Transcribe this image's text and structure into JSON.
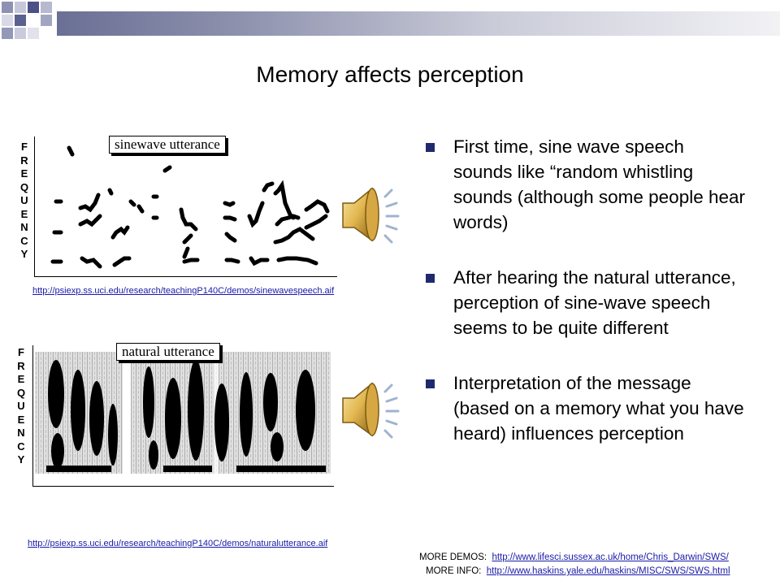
{
  "slide": {
    "title": "Memory affects perception"
  },
  "sinewave_panel": {
    "axis_label": "FREQUENCY",
    "caption": "sinewave utterance",
    "url": "http://psiexp.ss.uci.edu/research/teachingP140C/demos/sinewavespeech.aif",
    "audio_icon": "speaker-icon"
  },
  "natural_panel": {
    "axis_label": "FREQUENCY",
    "caption": "natural utterance",
    "url": "http://psiexp.ss.uci.edu/research/teachingP140C/demos/naturalutterance.aif",
    "audio_icon": "speaker-icon"
  },
  "bullets": [
    {
      "text": "First time, sine wave speech sounds like “random whistling sounds (although some people hear words)"
    },
    {
      "text": "After hearing the natural utterance, perception of sine-wave speech seems to be quite different"
    },
    {
      "text": "Interpretation of the message (based on a memory what you have heard) influences perception"
    }
  ],
  "footer": {
    "more_demos_label": "MORE DEMOS:",
    "more_demos_url": "http://www.lifesci.sussex.ac.uk/home/Chris_Darwin/SWS/",
    "more_info_label": "MORE INFO:",
    "more_info_url": "http://www.haskins.yale.edu/haskins/MISC/SWS/SWS.html"
  },
  "colors": {
    "bullet_marker": "#1f2a6e",
    "link": "#1a1aa8",
    "header_dark": "#6a6f95"
  }
}
